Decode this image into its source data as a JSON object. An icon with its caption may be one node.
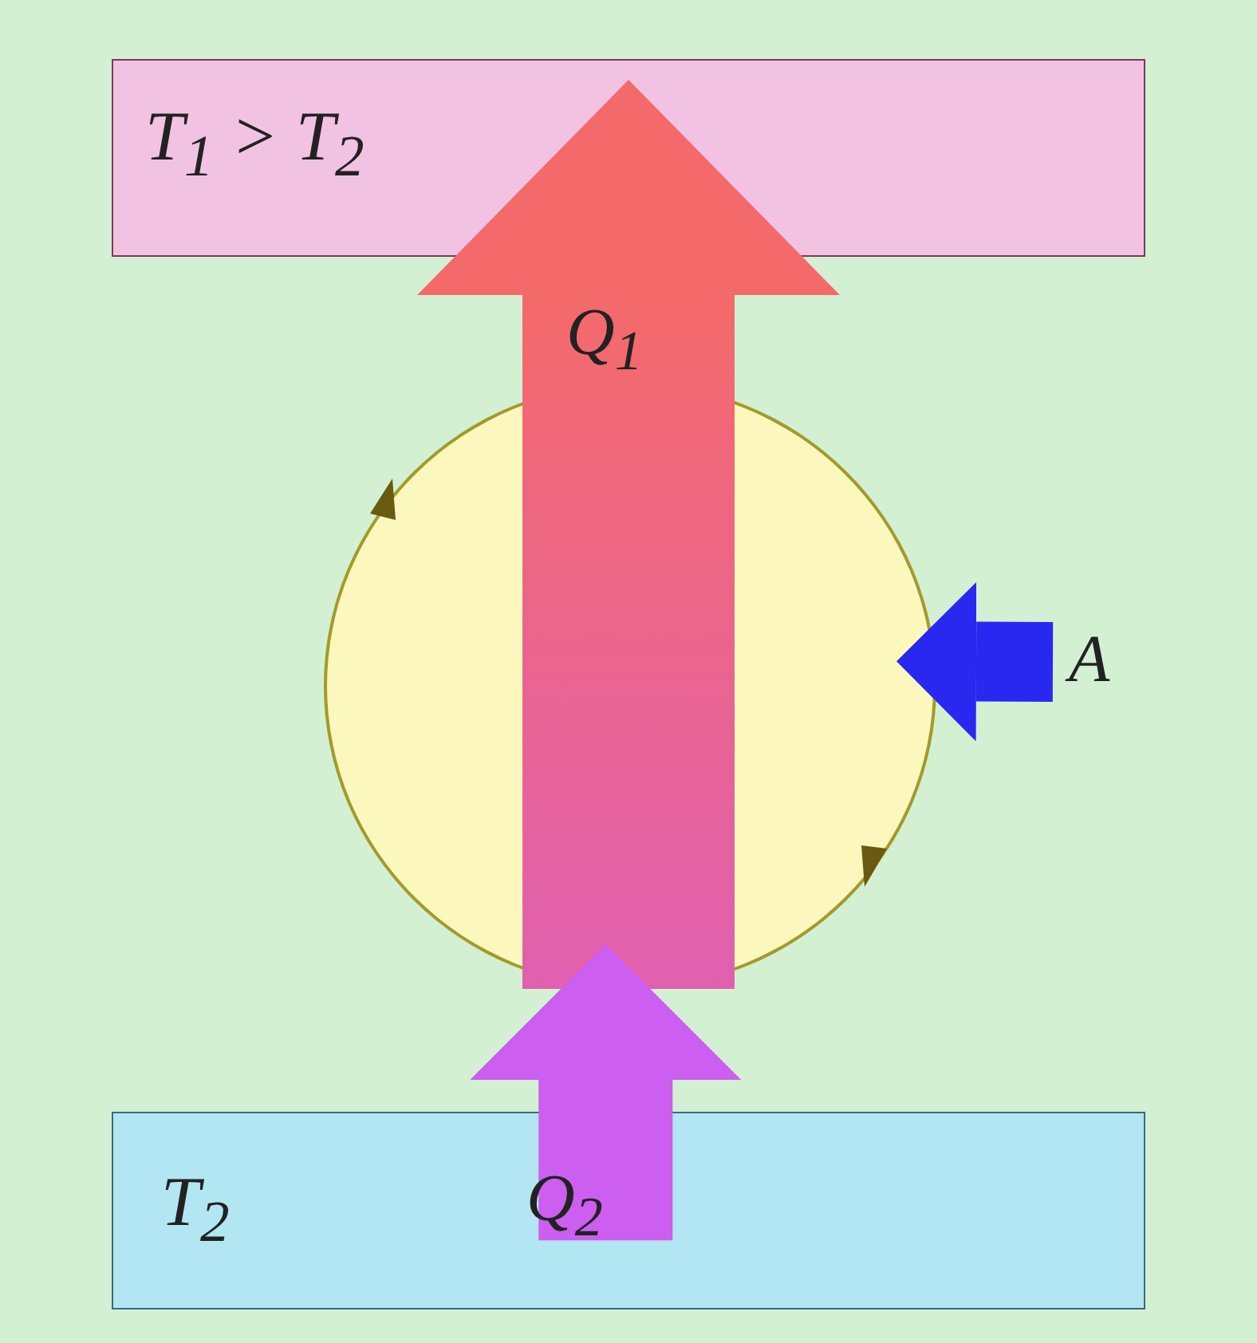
{
  "diagram": {
    "nodes": [
      {
        "text": [
          "T$_{1}$ > T$_{2}$"
        ]
      },
      {
        "text": [
          "T$_{2}$"
        ]
      },
      {
        "text": [],
        "shape": "circle"
      }
    ],
    "edges": [
      {
        "from": 2,
        "to": 0,
        "arrow": "to",
        "label": "Q$_{1}$",
        "color": "#f46a6a"
      },
      {
        "from": 1,
        "to": 2,
        "arrow": "to",
        "label": "Q$_{2}$",
        "color": "#cc5ef0"
      },
      {
        "from": null,
        "to": 2,
        "arrow": "to",
        "label": "A",
        "color": "#2828f0"
      }
    ]
  }
}
